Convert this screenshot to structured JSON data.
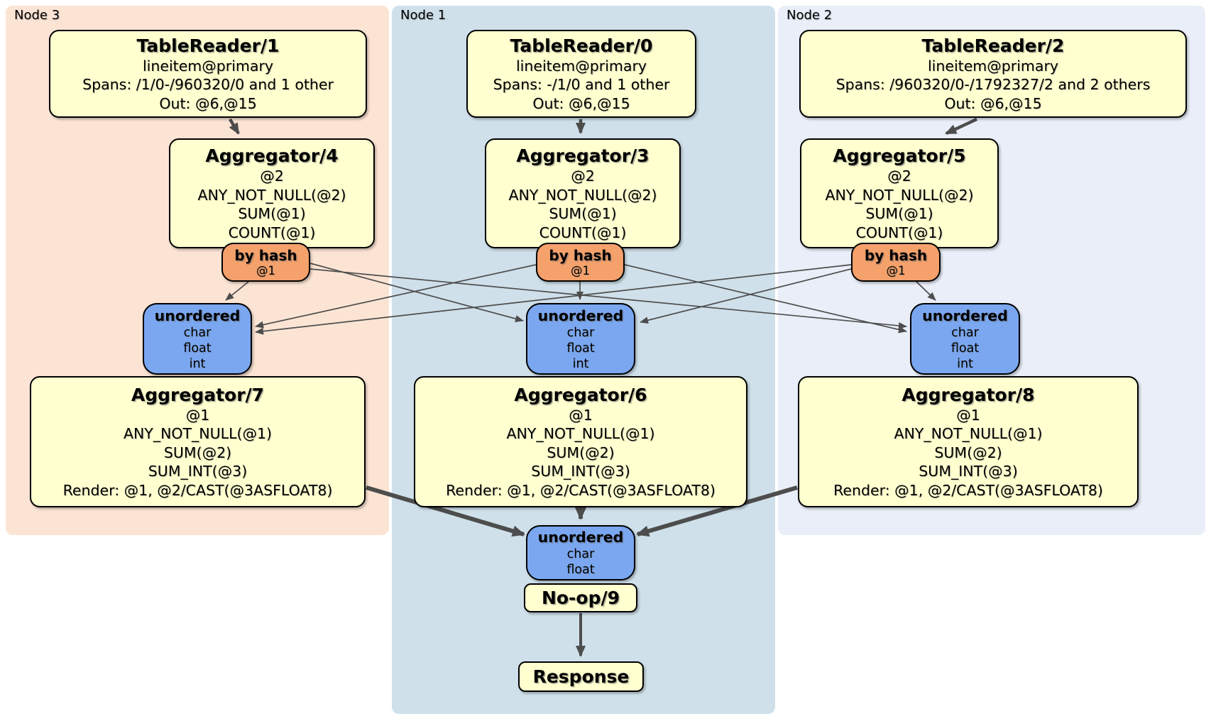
{
  "panels": {
    "node3": {
      "label": "Node 3"
    },
    "node1": {
      "label": "Node 1"
    },
    "node2": {
      "label": "Node 2"
    }
  },
  "processors": {
    "tr1": {
      "title": "TableReader/1",
      "lines": [
        "lineitem@primary",
        "Spans: /1/0-/960320/0 and 1 other",
        "Out: @6,@15"
      ]
    },
    "tr0": {
      "title": "TableReader/0",
      "lines": [
        "lineitem@primary",
        "Spans: -/1/0 and 1 other",
        "Out: @6,@15"
      ]
    },
    "tr2": {
      "title": "TableReader/2",
      "lines": [
        "lineitem@primary",
        "Spans: /960320/0-/1792327/2 and 2 others",
        "Out: @6,@15"
      ]
    },
    "agg4": {
      "title": "Aggregator/4",
      "lines": [
        "@2",
        "ANY_NOT_NULL(@2)",
        "SUM(@1)",
        "COUNT(@1)"
      ]
    },
    "agg3": {
      "title": "Aggregator/3",
      "lines": [
        "@2",
        "ANY_NOT_NULL(@2)",
        "SUM(@1)",
        "COUNT(@1)"
      ]
    },
    "agg5": {
      "title": "Aggregator/5",
      "lines": [
        "@2",
        "ANY_NOT_NULL(@2)",
        "SUM(@1)",
        "COUNT(@1)"
      ]
    },
    "agg7": {
      "title": "Aggregator/7",
      "lines": [
        "@1",
        "ANY_NOT_NULL(@1)",
        "SUM(@2)",
        "SUM_INT(@3)",
        "Render: @1, @2/CAST(@3ASFLOAT8)"
      ]
    },
    "agg6": {
      "title": "Aggregator/6",
      "lines": [
        "@1",
        "ANY_NOT_NULL(@1)",
        "SUM(@2)",
        "SUM_INT(@3)",
        "Render: @1, @2/CAST(@3ASFLOAT8)"
      ]
    },
    "agg8": {
      "title": "Aggregator/8",
      "lines": [
        "@1",
        "ANY_NOT_NULL(@1)",
        "SUM(@2)",
        "SUM_INT(@3)",
        "Render: @1, @2/CAST(@3ASFLOAT8)"
      ]
    },
    "noop": {
      "title": "No-op/9"
    },
    "response": {
      "title": "Response"
    }
  },
  "routers": {
    "hash_left": {
      "title": "by hash",
      "detail": "@1"
    },
    "hash_center": {
      "title": "by hash",
      "detail": "@1"
    },
    "hash_right": {
      "title": "by hash",
      "detail": "@1"
    }
  },
  "synchronizers": {
    "unordered_left": {
      "title": "unordered",
      "types": [
        "char",
        "float",
        "int"
      ]
    },
    "unordered_center": {
      "title": "unordered",
      "types": [
        "char",
        "float",
        "int"
      ]
    },
    "unordered_right": {
      "title": "unordered",
      "types": [
        "char",
        "float",
        "int"
      ]
    },
    "unordered_final": {
      "title": "unordered",
      "types": [
        "char",
        "float"
      ]
    }
  },
  "colors": {
    "panel_node3": "#fce4d4",
    "panel_node1": "#cfe0ea",
    "panel_node2": "#e9eef8",
    "processor_fill": "#ffffd0",
    "router_fill": "#f4a16c",
    "sync_fill": "#7aa7f0",
    "edge": "#4d4d4d",
    "box_border": "#000000"
  }
}
